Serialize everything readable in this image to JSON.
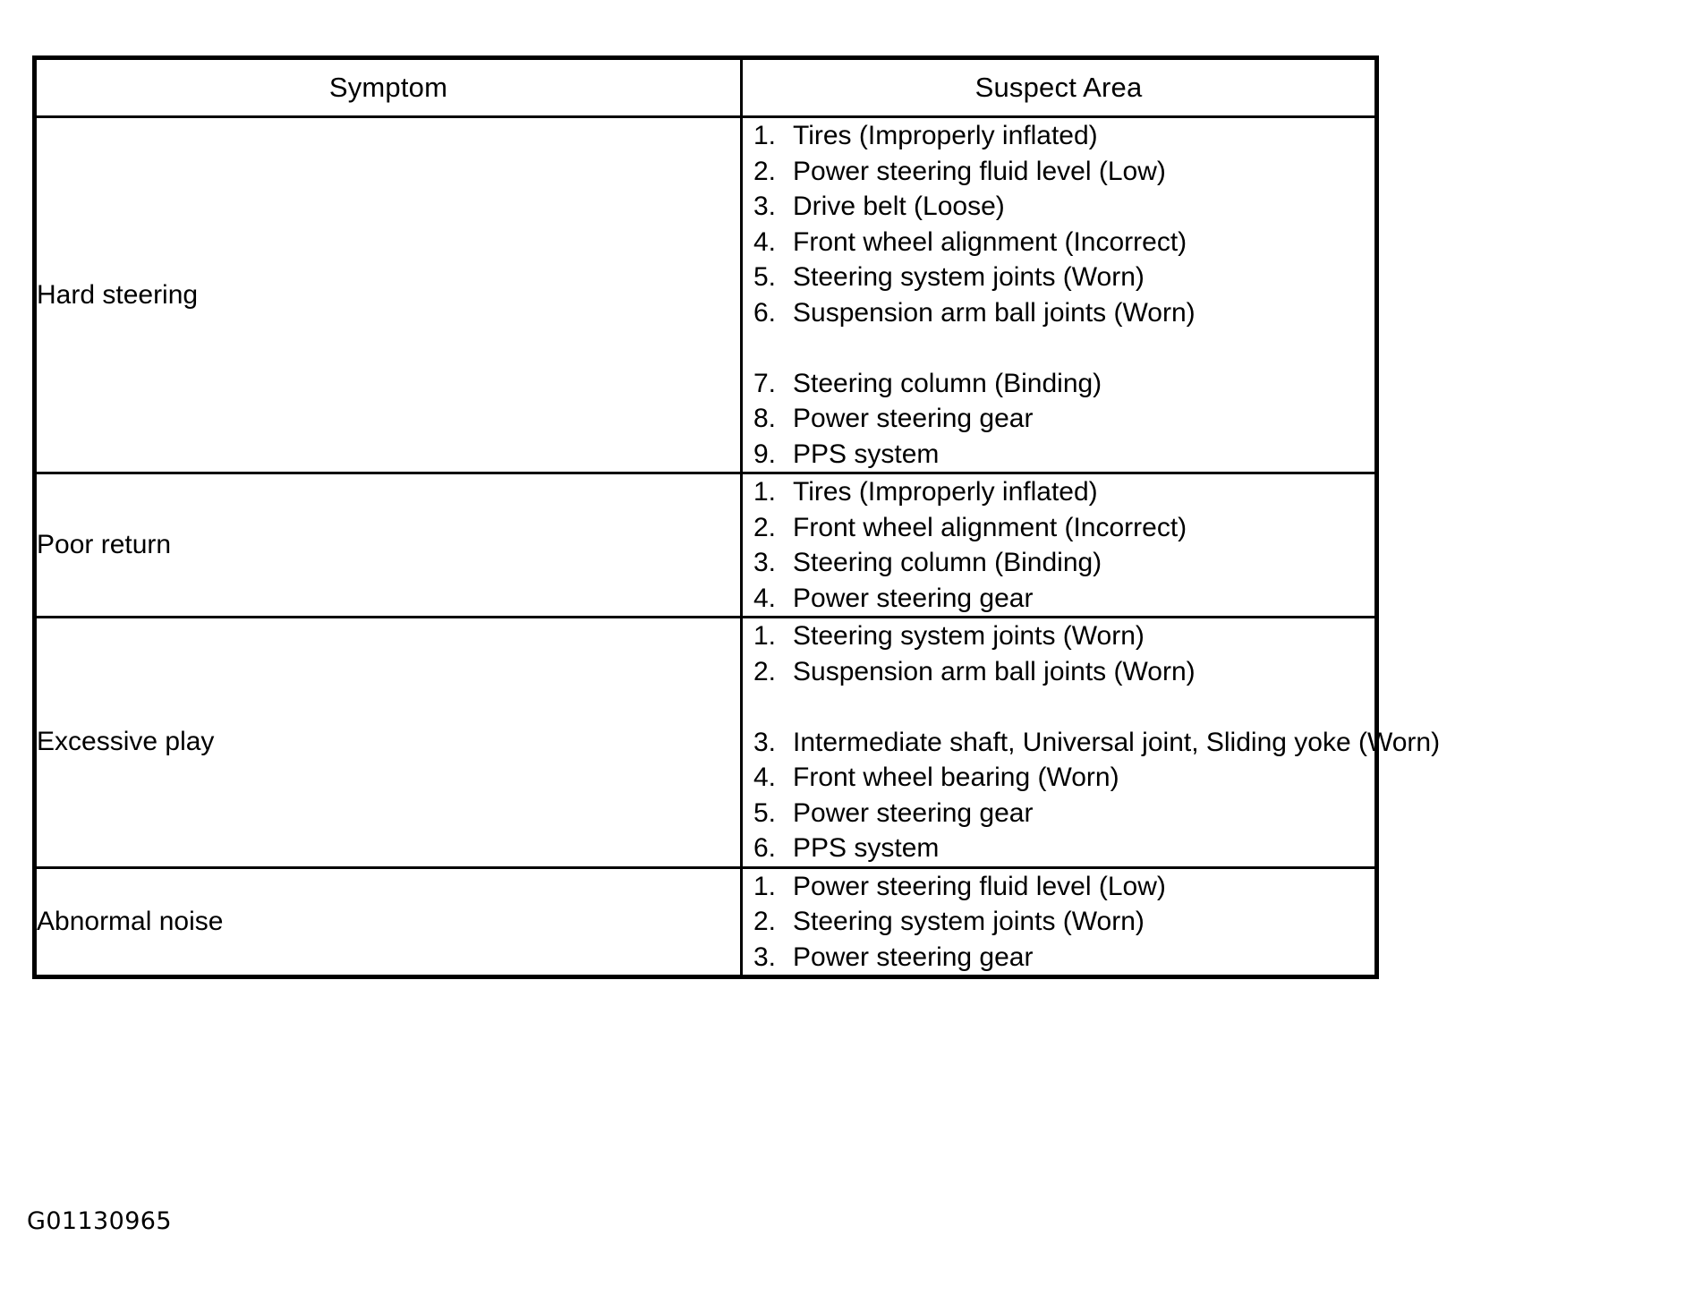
{
  "figure": {
    "code": "G01130965"
  },
  "table": {
    "headers": {
      "symptom": "Symptom",
      "suspect_area": "Suspect Area"
    },
    "rows": [
      {
        "symptom": "Hard steering",
        "suspect_area": [
          {
            "num": "1.",
            "text": "Tires (Improperly inflated)"
          },
          {
            "num": "2.",
            "text": "Power steering fluid level (Low)"
          },
          {
            "num": "3.",
            "text": "Drive belt (Loose)"
          },
          {
            "num": "4.",
            "text": "Front wheel alignment (Incorrect)"
          },
          {
            "num": "5.",
            "text": "Steering system joints (Worn)"
          },
          {
            "num": "6.",
            "text": "Suspension arm ball joints (Worn)"
          },
          {
            "num": "",
            "text": ""
          },
          {
            "num": "7.",
            "text": "Steering column (Binding)"
          },
          {
            "num": "8.",
            "text": "Power steering gear"
          },
          {
            "num": "9.",
            "text": "PPS system"
          }
        ]
      },
      {
        "symptom": "Poor return",
        "suspect_area": [
          {
            "num": "1.",
            "text": "Tires (Improperly inflated)"
          },
          {
            "num": "2.",
            "text": "Front wheel alignment (Incorrect)"
          },
          {
            "num": "3.",
            "text": "Steering column (Binding)"
          },
          {
            "num": "4.",
            "text": "Power steering gear"
          }
        ]
      },
      {
        "symptom": "Excessive play",
        "suspect_area": [
          {
            "num": "1.",
            "text": "Steering system joints (Worn)"
          },
          {
            "num": "2.",
            "text": "Suspension arm ball joints (Worn)"
          },
          {
            "num": "",
            "text": ""
          },
          {
            "num": "3.",
            "text": "Intermediate shaft, Universal joint, Sliding yoke (Worn)"
          },
          {
            "num": "4.",
            "text": "Front wheel bearing (Worn)"
          },
          {
            "num": "5.",
            "text": "Power steering gear"
          },
          {
            "num": "6.",
            "text": "PPS system"
          }
        ]
      },
      {
        "symptom": "Abnormal noise",
        "suspect_area": [
          {
            "num": "1.",
            "text": "Power steering fluid level (Low)"
          },
          {
            "num": "2.",
            "text": "Steering system joints (Worn)"
          },
          {
            "num": "3.",
            "text": "Power steering gear"
          }
        ]
      }
    ]
  }
}
